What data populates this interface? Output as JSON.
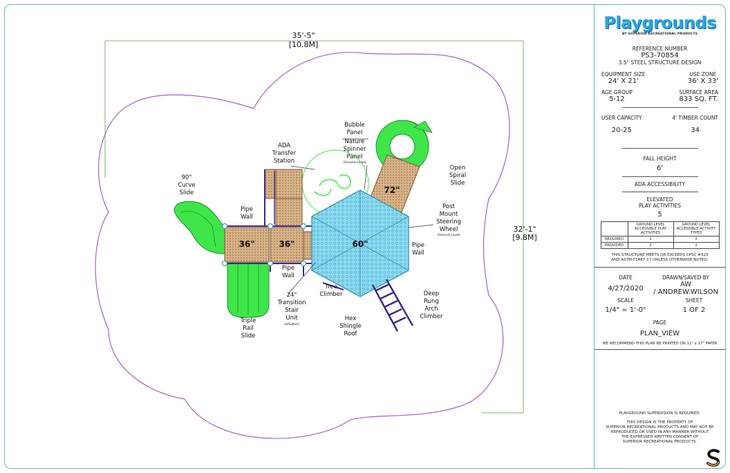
{
  "brand": {
    "name": "Playgrounds",
    "subtitle": "BY SUPERIOR RECREATIONAL PRODUCTS"
  },
  "plan": {
    "dim_width": {
      "ft": "35'-5\"",
      "m": "[10.8M]"
    },
    "dim_height": {
      "ft": "32'-1\"",
      "m": "[9.8M]"
    },
    "decks": [
      "36\"",
      "36\"",
      "60\"",
      "72\""
    ],
    "labels": {
      "curve_slide": [
        "90°",
        "Curve",
        "Slide"
      ],
      "ada_transfer": [
        "ADA",
        "Transfer",
        "Station"
      ],
      "bubble_panel": [
        "Bubble",
        "Panel"
      ],
      "nature_spinner": [
        "Nature",
        "Spinner",
        "Panel"
      ],
      "ground_level_1": "(Ground Level)",
      "open_spiral": [
        "Open",
        "Spiral",
        "Slide"
      ],
      "post_mount": [
        "Post",
        "Mount",
        "Steering",
        "Wheel"
      ],
      "ground_level_2": "(Ground Level)",
      "pipe_wall_1": [
        "Pipe",
        "Wall"
      ],
      "pipe_wall_2": [
        "Pipe",
        "Wall"
      ],
      "pipe_wall_3": [
        "Pipe",
        "Wall"
      ],
      "tree_climber": [
        "Tree",
        "Climber"
      ],
      "transition": [
        "24\"",
        "Transition",
        "Stair",
        "Unit"
      ],
      "w_gate": "(w/Gates)",
      "triple_rail": [
        "Triple",
        "Rail",
        "Slide"
      ],
      "hex_roof": [
        "Hex",
        "Shingle",
        "Roof"
      ],
      "deep_rung": [
        "Deep",
        "Rung",
        "Arch",
        "Climber"
      ]
    }
  },
  "title_block": {
    "ref_label": "REFERENCE NUMBER",
    "ref_number": "PS3-70854",
    "design": "3.5\" STEEL STRUCTURE DESIGN",
    "equip_label": "EQUIPMENT SIZE",
    "equip_value": "24' X 21'",
    "use_label": "USE ZONE",
    "use_value": "36' X 33'",
    "age_label": "AGE GROUP",
    "age_value": "5-12",
    "surface_label": "SURFACE AREA",
    "surface_value": "833 SQ. FT.",
    "capacity_label": "USER CAPACITY",
    "capacity_value": "20-25",
    "timber_label": "4' TIMBER COUNT",
    "timber_value": "34",
    "fall_label": "FALL HEIGHT",
    "fall_value": "6'",
    "ada_label": "ADA ACCESSIBILITY",
    "elevated_label": "ELEVATED",
    "play_act_label": "PLAY ACTIVITIES",
    "elevated_value": "5",
    "table_head": [
      "",
      "GROUND LEVEL ACCESSIBLE PLAY ACTIVITIES",
      "GROUND LEVEL ACCESSIBLE ACTIVITY TYPES"
    ],
    "table_rows": [
      {
        "label": "REQUIRED",
        "a": "2",
        "b": "2"
      },
      {
        "label": "PROVIDED",
        "a": "2",
        "b": "2"
      }
    ],
    "cpsc_1": "THIS STRUCTURE MEETS OR EXCEEDS CPSC #325",
    "cpsc_2": "AND ASTM F1487-17 UNLESS OTHERWISE NOTED.",
    "date_label": "DATE",
    "date_value": "4/27/2020",
    "drawn_label": "DRAWN/SAVED BY",
    "drawn_value_1": "AW",
    "drawn_value_2": "/ ANDREW.WILSON",
    "scale_label": "SCALE",
    "scale_value": "1/4\" = 1'-0\"",
    "sheet_label": "SHEET",
    "sheet_value": "1   OF   2",
    "page_label": "PAGE",
    "page_value": "PLAN_VIEW",
    "recommend": "WE RECOMMEND THIS PLAN BE PRINTED ON 11\" x 17\" PAPER",
    "supervision": "PLAYGROUND SUPERVISION IS REQUIRED.",
    "property_1": "THIS DESIGN IS THE PROPERTY OF",
    "property_2": "SUPERIOR RECREATIONAL PRODUCTS AND MAY NOT BE",
    "property_3": "REPRODUCED OR USED IN ANY MANNER WITHOUT",
    "property_4": "THE EXPRESSED WRITTEN CONSENT OF",
    "property_5": "SUPERIOR RECREATIONAL PRODUCTS."
  },
  "colors": {
    "slide": "#3ee64a",
    "deck": "#d2a878",
    "roof": "#7fd3ea",
    "boundary": "#a35fd6",
    "rail": "#3a2a8c",
    "dim": "#7ab85a",
    "frame": "#5fb7b0",
    "logo": "#2aa6e0"
  }
}
